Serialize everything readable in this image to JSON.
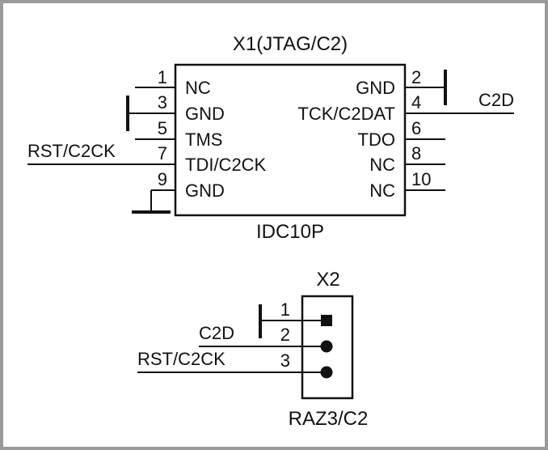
{
  "x1": {
    "designator": "X1(JTAG/C2)",
    "part": "IDC10P",
    "left_pins": [
      {
        "num": "1",
        "name": "NC"
      },
      {
        "num": "3",
        "name": "GND"
      },
      {
        "num": "5",
        "name": "TMS"
      },
      {
        "num": "7",
        "name": "TDI/C2CK"
      },
      {
        "num": "9",
        "name": "GND"
      }
    ],
    "right_pins": [
      {
        "num": "2",
        "name": "GND"
      },
      {
        "num": "4",
        "name": "TCK/C2DAT"
      },
      {
        "num": "6",
        "name": "TDO"
      },
      {
        "num": "8",
        "name": "NC"
      },
      {
        "num": "10",
        "name": "NC"
      }
    ],
    "net_left": "RST/C2CK",
    "net_right": "C2D"
  },
  "x2": {
    "designator": "X2",
    "part": "RAZ3/C2",
    "pins": [
      {
        "num": "1",
        "net": ""
      },
      {
        "num": "2",
        "net": "C2D"
      },
      {
        "num": "3",
        "net": "RST/C2CK"
      }
    ]
  },
  "colors": {
    "ink": "#111111",
    "frame": "#9a9a9a",
    "background": "#ffffff"
  }
}
